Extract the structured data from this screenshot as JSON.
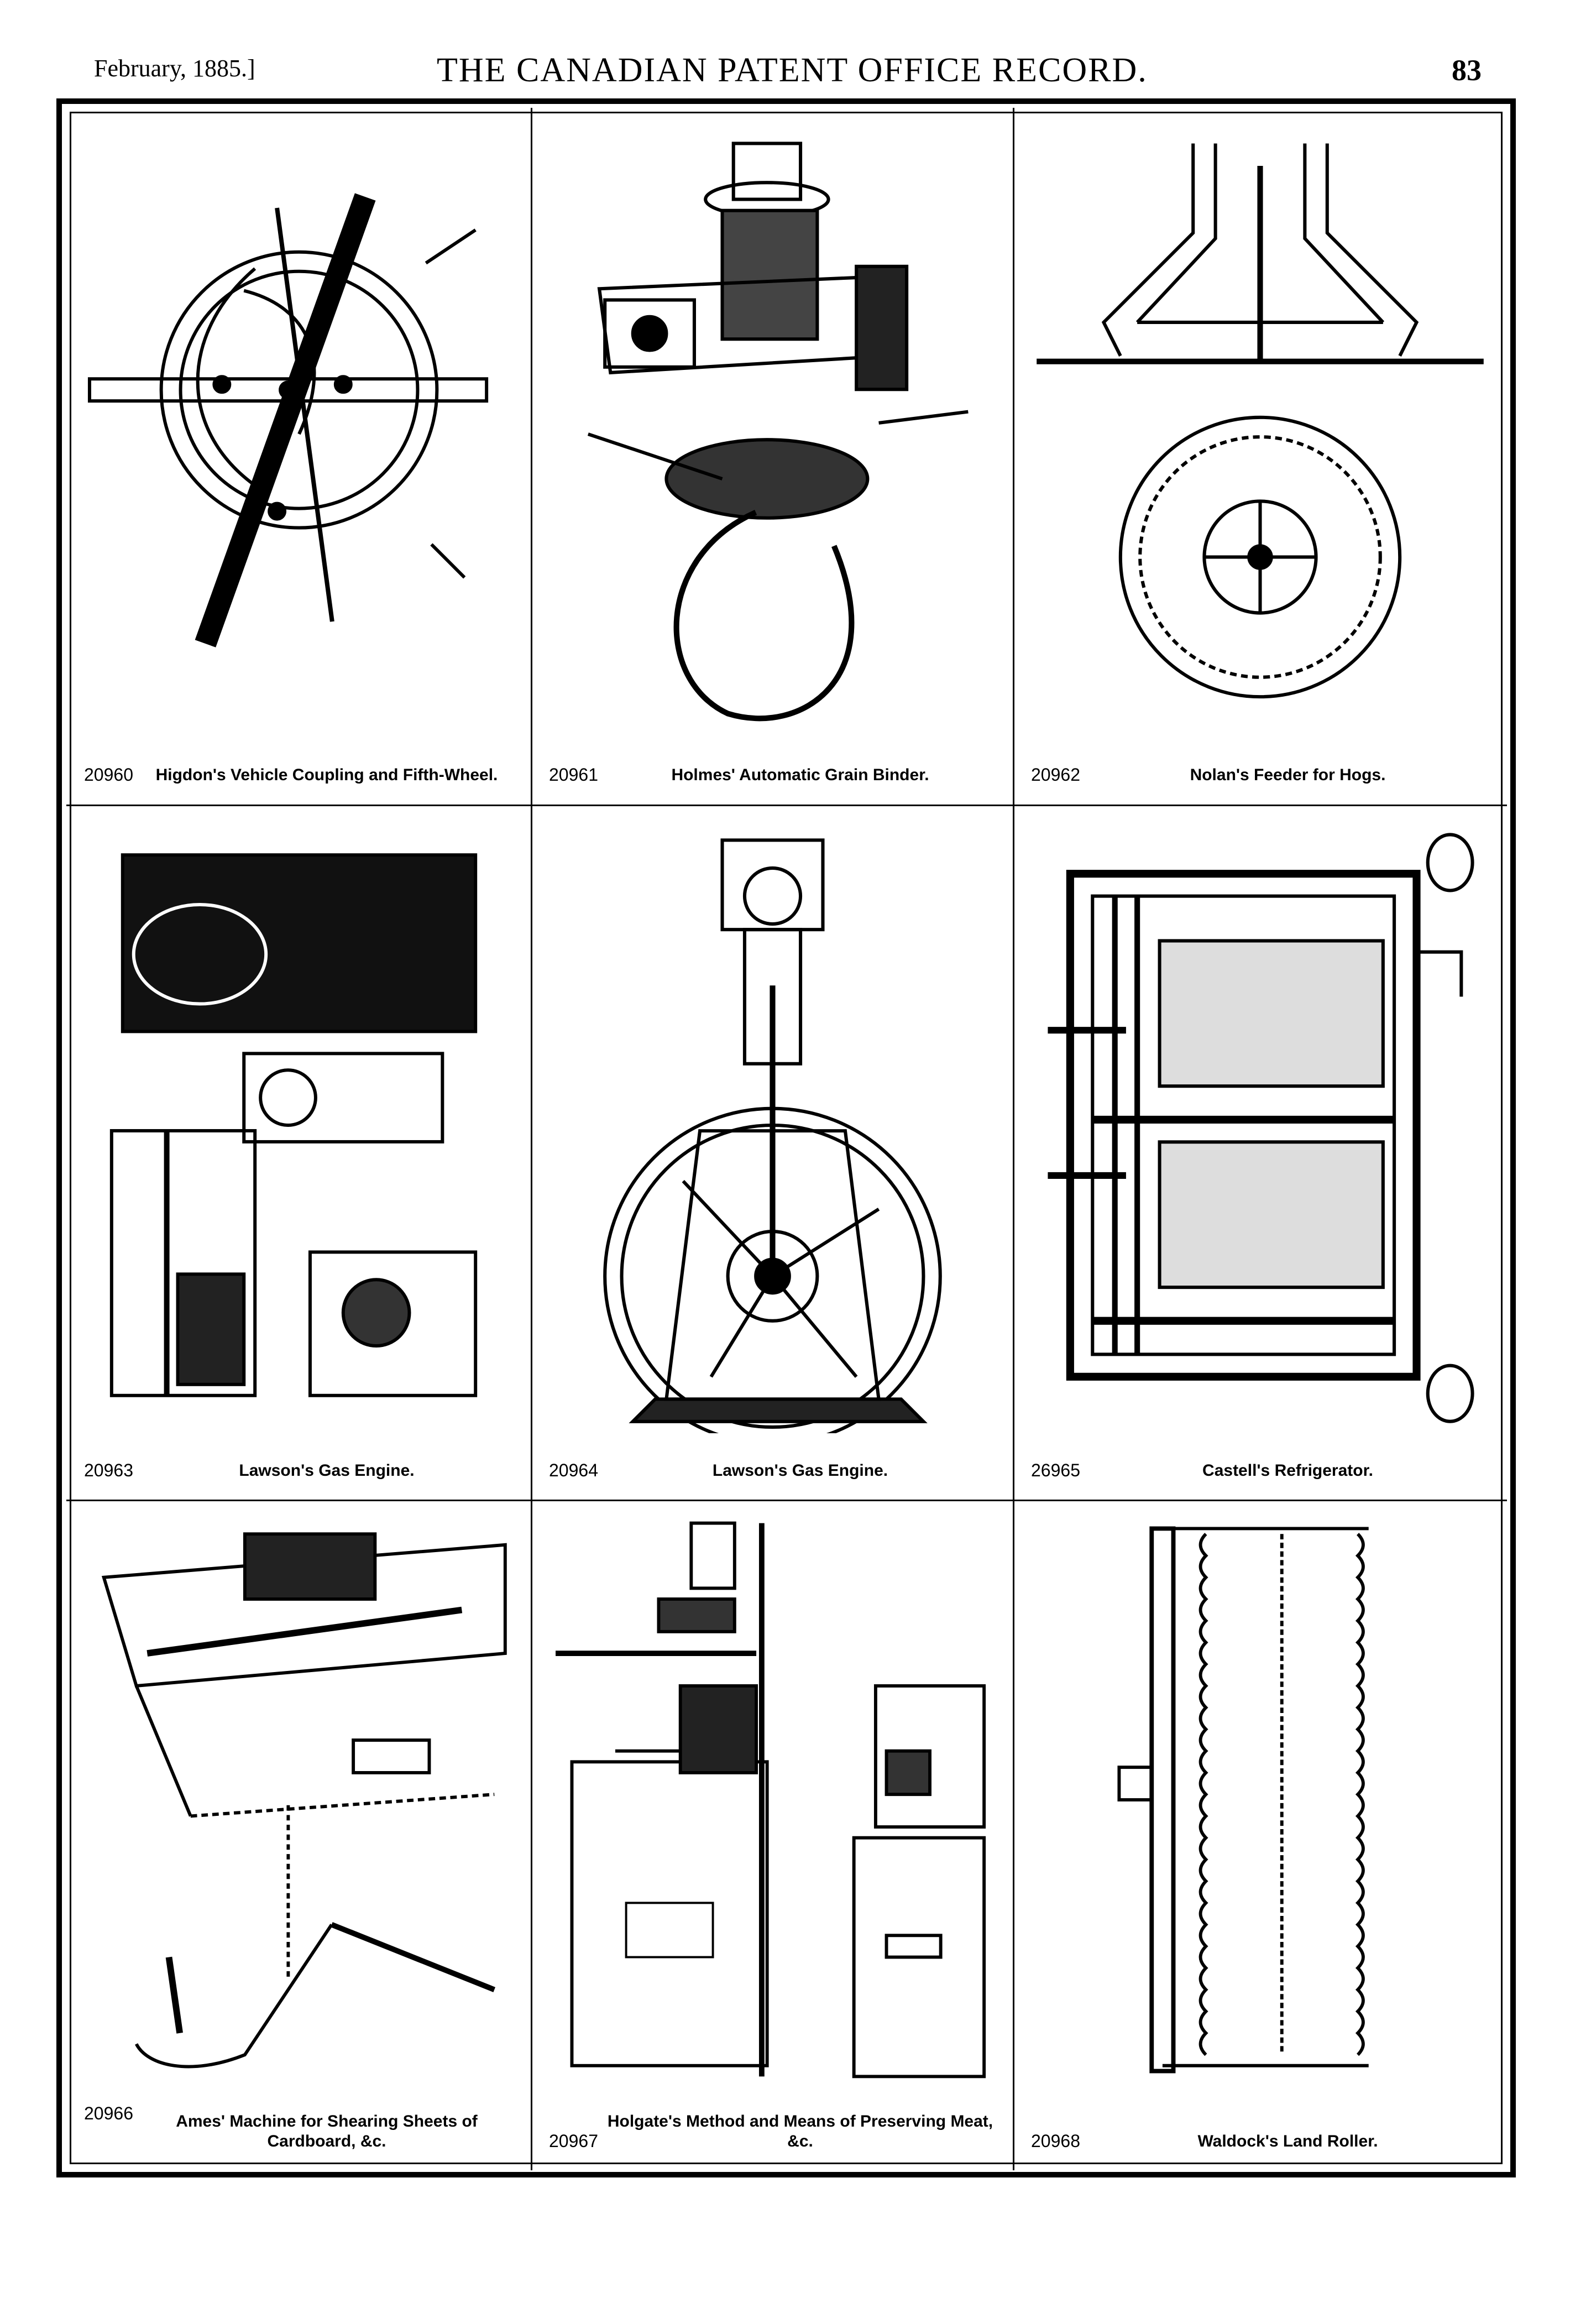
{
  "header": {
    "date": "February, 1885.]",
    "title": "THE CANADIAN PATENT OFFICE RECORD.",
    "page_number": "83"
  },
  "patents": [
    {
      "number": "20960",
      "title": "Higdon's Vehicle Coupling and Fifth-Wheel."
    },
    {
      "number": "20961",
      "title": "Holmes' Automatic Grain Binder."
    },
    {
      "number": "20962",
      "title": "Nolan's Feeder for Hogs."
    },
    {
      "number": "20963",
      "title": "Lawson's Gas Engine."
    },
    {
      "number": "20964",
      "title": "Lawson's Gas Engine."
    },
    {
      "number": "26965",
      "title": "Castell's Refrigerator."
    },
    {
      "number": "20966",
      "title": "Ames' Machine for Shearing Sheets of Cardboard, &c."
    },
    {
      "number": "20967",
      "title": "Holgate's Method and Means of Preserving Meat, &c."
    },
    {
      "number": "20968",
      "title": "Waldock's Land Roller."
    }
  ]
}
